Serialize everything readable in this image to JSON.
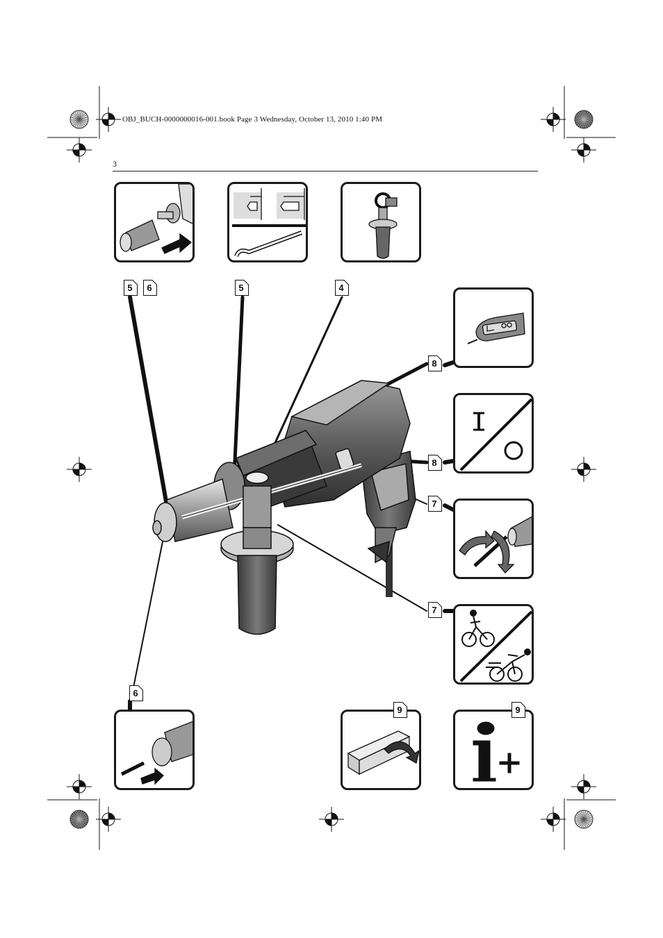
{
  "header": {
    "text": "OBJ_BUCH-0000000016-001.book  Page 3  Wednesday, October 13, 2010  1:40 PM"
  },
  "page_number": "3",
  "tags": {
    "t1": "5",
    "t2": "6",
    "t3": "5",
    "t4": "4",
    "t5": "8",
    "t6": "8",
    "t7": "7",
    "t8": "7",
    "t9": "6",
    "t10": "9",
    "t11": "9"
  },
  "icons": {
    "panel_chuck": "chuck-change-icon",
    "panel_depth": "depth-stop-icon",
    "panel_handle": "auxiliary-handle-icon",
    "panel_switch_lock": "switch-lock-icon",
    "panel_on_off": "on-off-icon",
    "panel_rotation": "rotation-direction-icon",
    "panel_speed": "speed-selection-icon",
    "panel_insert_bit": "insert-bit-icon",
    "panel_case": "carrying-case-icon",
    "panel_info": "more-info-icon"
  },
  "colors": {
    "ink": "#1a1a1a",
    "tool_dark": "#4a4a4a",
    "tool_mid": "#8c8c8c",
    "tool_light": "#cfcfcf"
  }
}
